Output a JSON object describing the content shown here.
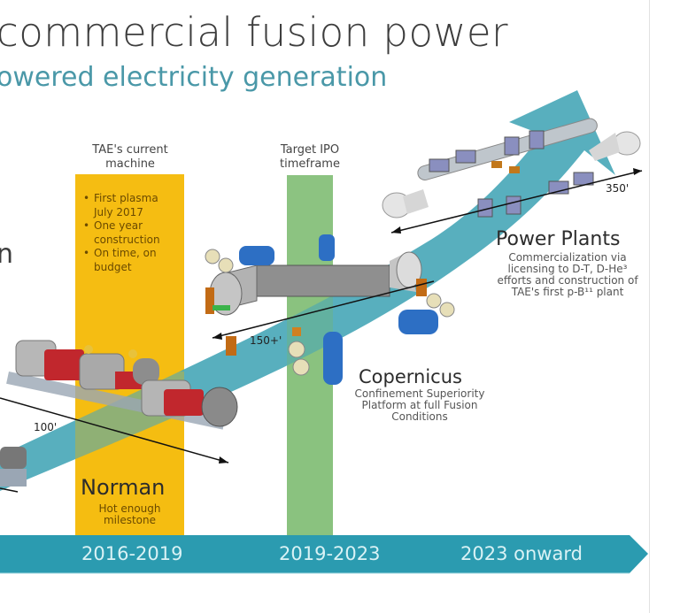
{
  "slide": {
    "title": "commercial fusion power",
    "subtitle": "owered electricity generation",
    "cut_letter": "n"
  },
  "colors": {
    "timeline_teal": "#2b9bb0",
    "growth_arrow_teal": "#4aa8b8",
    "current_machine_yellow": "#f5bd12",
    "ipo_green": "#86c07a",
    "title_gray": "#3d3d3d",
    "subtitle_teal": "#4a98a8"
  },
  "columns": {
    "current_machine": {
      "header_line1": "TAE's current",
      "header_line2": "machine",
      "bullets": [
        "First plasma July 2017",
        "One year construction",
        "On time, on budget"
      ]
    },
    "ipo": {
      "header_line1": "Target IPO",
      "header_line2": "timeframe"
    }
  },
  "stages": {
    "norman": {
      "name": "Norman",
      "desc_line1": "Hot enough",
      "desc_line2": "milestone",
      "dimension": "100'"
    },
    "copernicus": {
      "name": "Copernicus",
      "desc_line1": "Confinement Superiority",
      "desc_line2": "Platform at full Fusion",
      "desc_line3": "Conditions",
      "dimension": "150+'"
    },
    "power_plants": {
      "name": "Power Plants",
      "desc_line1": "Commercialization via",
      "desc_line2": "licensing to D-T, D-He³",
      "desc_line3": "efforts and construction of",
      "desc_line4": "TAE's first p-B¹¹ plant",
      "dimension": "350'"
    }
  },
  "timeline": {
    "periods": [
      "2016-2019",
      "2019-2023",
      "2023 onward"
    ]
  }
}
